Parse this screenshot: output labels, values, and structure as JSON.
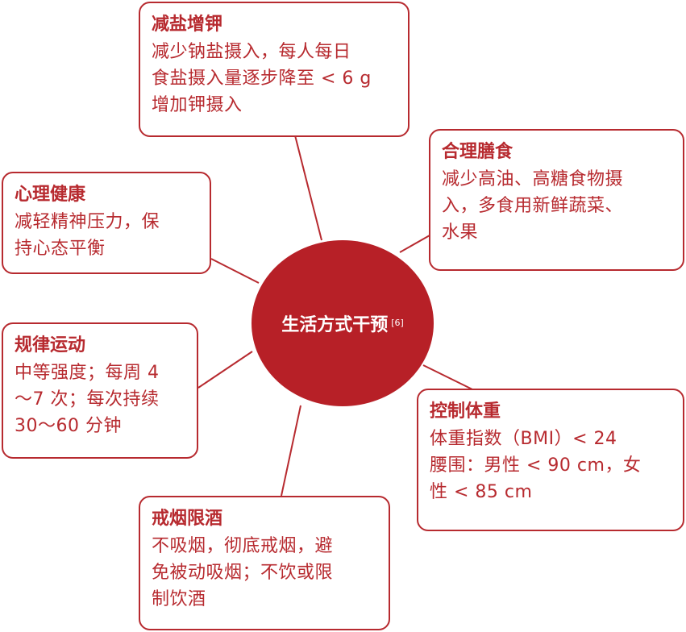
{
  "center": {
    "title": "生活方式干预",
    "cite": "[6]"
  },
  "cards": [
    {
      "id": "salt",
      "title": "减盐增钾",
      "lines": [
        "减少钠盐摄入，每人每日",
        "食盐摄入量逐步降至 < 6 g",
        "增加钾摄入"
      ]
    },
    {
      "id": "diet",
      "title": "合理膳食",
      "lines": [
        "减少高油、高糖食物摄",
        "入，多食用新鲜蔬菜、",
        "水果"
      ]
    },
    {
      "id": "mental",
      "title": "心理健康",
      "lines": [
        "减轻精神压力，保",
        "持心态平衡"
      ]
    },
    {
      "id": "exercise",
      "title": "规律运动",
      "lines": [
        "中等强度；每周 4",
        "～7 次；每次持续",
        " 30～60 分钟"
      ]
    },
    {
      "id": "weight",
      "title": "控制体重",
      "lines": [
        "体重指数（BMI）< 24",
        "腰围：男性 < 90 cm，女",
        "性 < 85 cm"
      ]
    },
    {
      "id": "smoking",
      "title": "戒烟限酒",
      "lines": [
        "不吸烟，彻底戒烟，避",
        "免被动吸烟；不饮或限",
        "制饮酒"
      ]
    }
  ],
  "colors": {
    "accent": "#b72a2f",
    "hub": "#b72027",
    "background": "#ffffff"
  }
}
